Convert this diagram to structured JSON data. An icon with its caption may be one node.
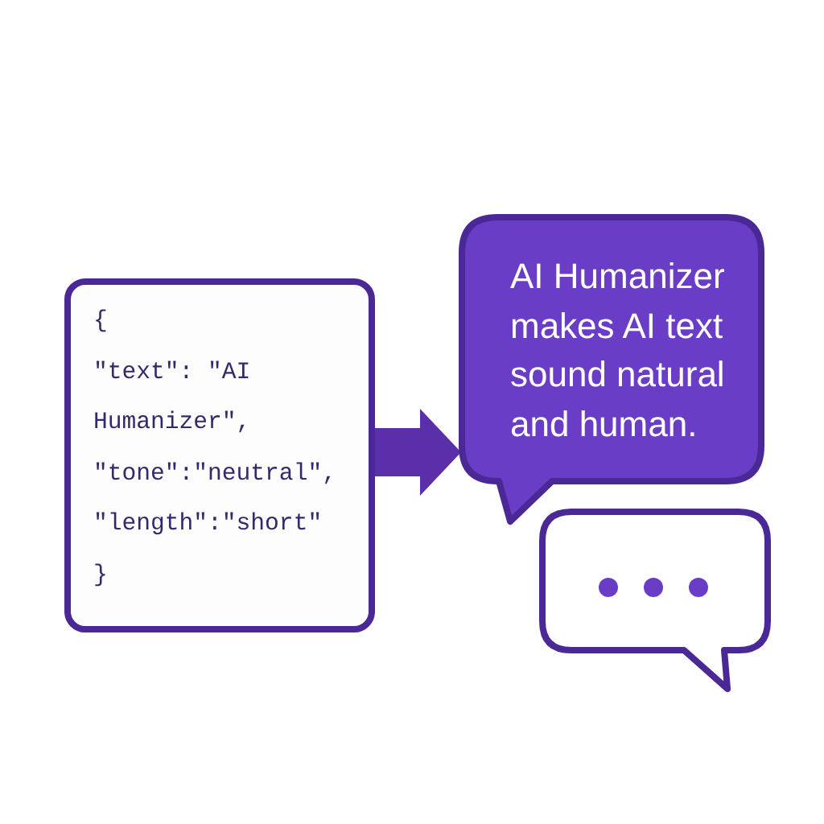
{
  "diagram": {
    "nodes": [
      {
        "text": [
          "{",
          "\"text\": \"AI Humanizer\",",
          "\"tone\":\"neutral\",",
          "\"length\":\"short\"",
          "}"
        ]
      },
      {
        "text": [
          "AI Humanizer makes AI text sound natural and human."
        ]
      },
      {
        "text": [],
        "shape": "bubble"
      }
    ],
    "edges": [
      {
        "from": 0,
        "to": 1,
        "arrow": "to"
      }
    ]
  }
}
